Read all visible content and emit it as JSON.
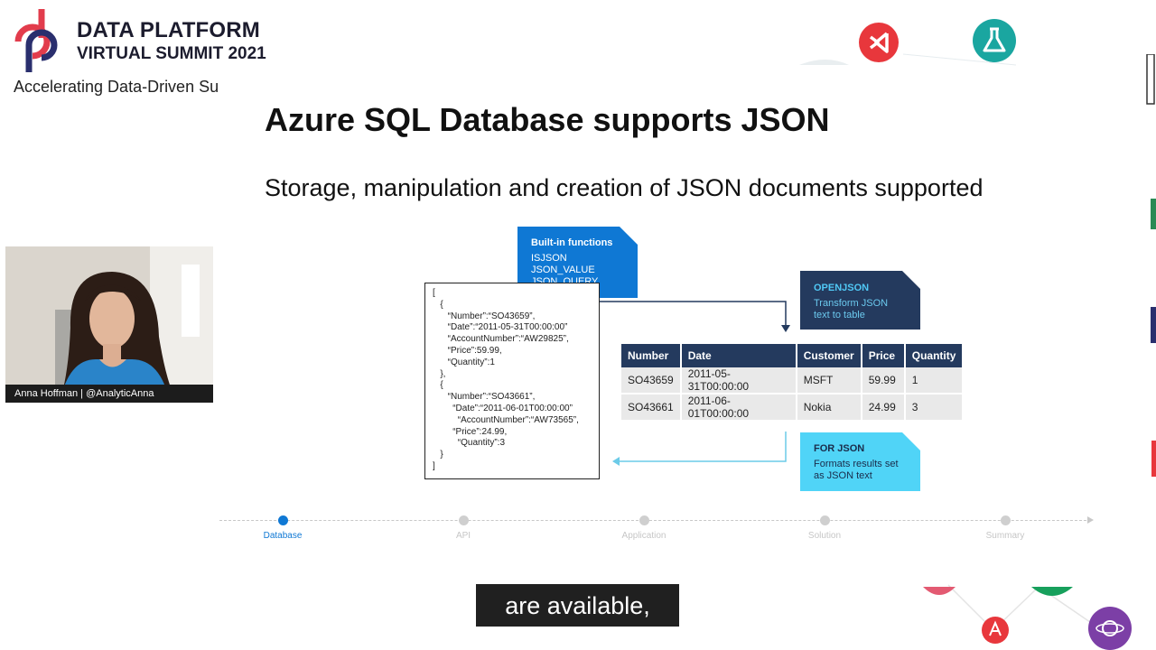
{
  "logo": {
    "line1": "DATA PLATFORM",
    "line2": "VIRTUAL SUMMIT 2021",
    "tagline": "Accelerating Data-Driven Su"
  },
  "slide": {
    "title": "Azure SQL Database supports JSON",
    "subtitle": "Storage, manipulation and creation of JSON documents supported"
  },
  "webcam": {
    "caption": "Anna Hoffman | @AnalyticAnna"
  },
  "builtin_box": {
    "title": "Built-in functions",
    "functions": [
      "ISJSON",
      "JSON_VALUE",
      "JSON_QUERY"
    ]
  },
  "openjson_box": {
    "title": "OPENJSON",
    "desc1": "Transform JSON",
    "desc2": "text to table"
  },
  "forjson_box": {
    "title": "FOR JSON",
    "desc1": "Formats results set",
    "desc2": "as JSON text"
  },
  "json_doc": {
    "lines": [
      "[",
      "   {",
      "      “Number”:“SO43659”,",
      "      “Date”:“2011-05-31T00:00:00”",
      "      “AccountNumber”:“AW29825”,",
      "      “Price”:59.99,",
      "      “Quantity”:1",
      "   },",
      "   {",
      "      “Number”:“SO43661”,",
      "        “Date”:“2011-06-01T00:00:00”",
      "          “AccountNumber”:“AW73565”,",
      "        “Price”:24.99,",
      "          “Quantity”:3",
      "   }",
      "]"
    ]
  },
  "table": {
    "headers": [
      "Number",
      "Date",
      "Customer",
      "Price",
      "Quantity"
    ],
    "rows": [
      [
        "SO43659",
        "2011-05-31T00:00:00",
        "MSFT",
        "59.99",
        "1"
      ],
      [
        "SO43661",
        "2011-06-01T00:00:00",
        "Nokia",
        "24.99",
        "3"
      ]
    ]
  },
  "timeline": {
    "steps": [
      "Database",
      "API",
      "Application",
      "Solution",
      "Summary"
    ],
    "active_index": 0
  },
  "caption": {
    "text": "are available,"
  },
  "colors": {
    "accent_blue": "#0f78d4",
    "navy": "#243a5e",
    "cyan": "#50d4f7",
    "logo_red": "#e23c4c",
    "logo_navy": "#2a2f6e"
  },
  "icons": [
    "visual-studio-icon",
    "flask-icon",
    "deco-red-icon",
    "deco-purple-icon"
  ]
}
